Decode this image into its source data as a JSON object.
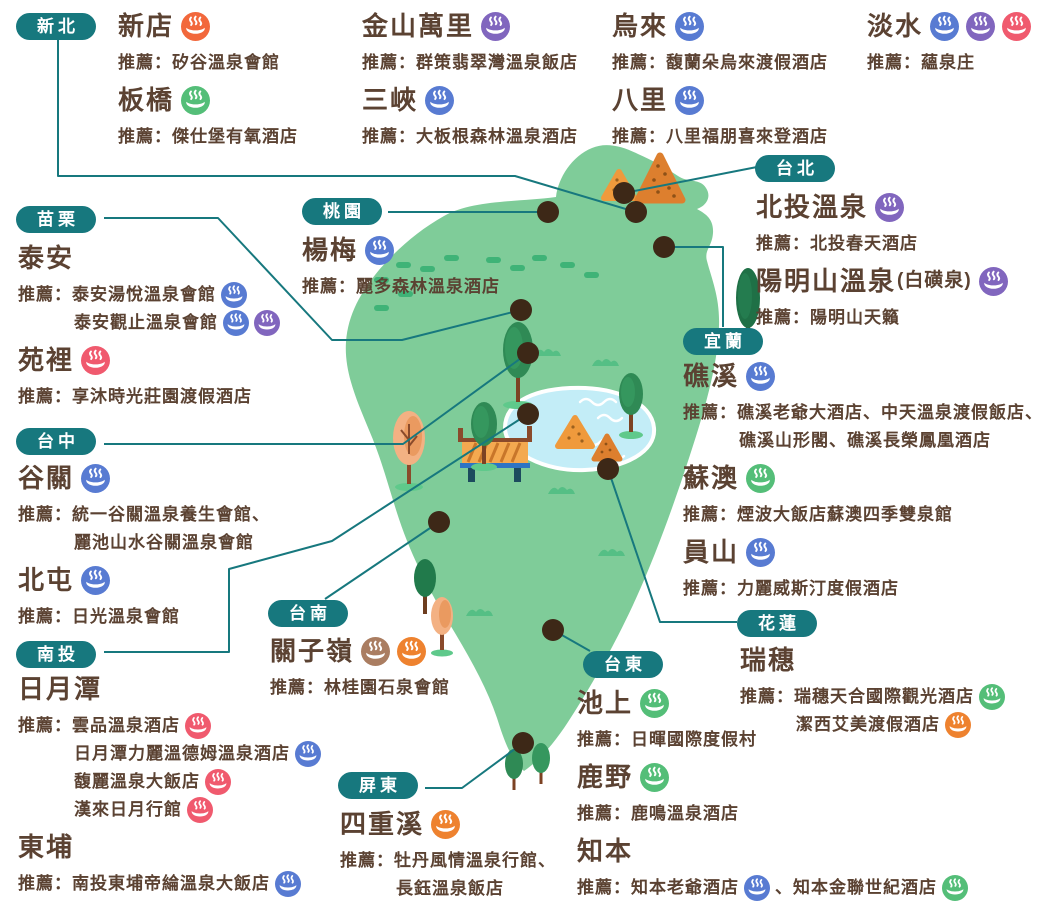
{
  "theme": {
    "badge_color": "#17787E",
    "line_color": "#17787E",
    "text_color": "#5B4232",
    "island_color": "#7FCC99",
    "lake_color": "#C3EDF7",
    "dot_color": "#3D2817"
  },
  "icon_colors": {
    "blue": "#587BD2",
    "purple": "#8166BE",
    "red": "#F05A6E",
    "green": "#54BE78",
    "orange": "#EE822F",
    "vermilion": "#F2683C",
    "brown": "#AA7D61"
  },
  "groups": [
    {
      "id": "xinbei",
      "badge": "新北",
      "spots": [
        {
          "name": "新店",
          "icons": [
            "vermilion"
          ],
          "recs": [
            {
              "parts": [
                {
                  "t": "推薦：矽谷溫泉會館"
                }
              ]
            }
          ]
        },
        {
          "name": "板橋",
          "icons": [
            "green"
          ],
          "recs": [
            {
              "parts": [
                {
                  "t": "推薦：傑仕堡有氧酒店"
                }
              ]
            }
          ]
        }
      ]
    },
    {
      "id": "xinbei2",
      "badge": null,
      "spots": [
        {
          "name": "金山萬里",
          "icons": [
            "purple"
          ],
          "recs": [
            {
              "parts": [
                {
                  "t": "推薦：群策翡翠灣溫泉飯店"
                }
              ]
            }
          ]
        },
        {
          "name": "三峽",
          "icons": [
            "blue"
          ],
          "recs": [
            {
              "parts": [
                {
                  "t": "推薦：大板根森林溫泉酒店"
                }
              ]
            }
          ]
        }
      ]
    },
    {
      "id": "xinbei3",
      "badge": null,
      "spots": [
        {
          "name": "烏來",
          "icons": [
            "blue"
          ],
          "recs": [
            {
              "parts": [
                {
                  "t": "推薦：馥蘭朵烏來渡假酒店"
                }
              ]
            }
          ]
        },
        {
          "name": "八里",
          "icons": [
            "blue"
          ],
          "recs": [
            {
              "parts": [
                {
                  "t": "推薦：八里福朋喜來登酒店"
                }
              ]
            }
          ]
        }
      ]
    },
    {
      "id": "danshui",
      "badge": null,
      "spots": [
        {
          "name": "淡水",
          "icons": [
            "blue",
            "purple",
            "red"
          ],
          "recs": [
            {
              "parts": [
                {
                  "t": "推薦：蘊泉庄"
                }
              ]
            }
          ]
        }
      ]
    },
    {
      "id": "taipei",
      "badge": "台北",
      "spots": [
        {
          "name": "北投溫泉",
          "icons": [
            "purple"
          ],
          "recs": [
            {
              "parts": [
                {
                  "t": "推薦：北投春天酒店"
                }
              ]
            }
          ]
        },
        {
          "name": "陽明山溫泉",
          "suffix": "(白磺泉)",
          "icons": [
            "purple"
          ],
          "recs": [
            {
              "parts": [
                {
                  "t": "推薦：陽明山天籟"
                }
              ]
            }
          ]
        }
      ]
    },
    {
      "id": "miaoli",
      "badge": "苗栗",
      "spots": [
        {
          "name": "泰安",
          "icons": [],
          "recs": [
            {
              "parts": [
                {
                  "t": "推薦：泰安湯悅溫泉會館"
                },
                {
                  "i": "blue"
                }
              ]
            },
            {
              "indent": true,
              "parts": [
                {
                  "t": "泰安觀止溫泉會館"
                },
                {
                  "i": "blue"
                },
                {
                  "i": "purple"
                }
              ]
            }
          ]
        },
        {
          "name": "苑裡",
          "icons": [
            "red"
          ],
          "recs": [
            {
              "parts": [
                {
                  "t": "推薦：享沐時光莊園渡假酒店"
                }
              ]
            }
          ]
        }
      ]
    },
    {
      "id": "taoyuan",
      "badge": "桃園",
      "spots": [
        {
          "name": "楊梅",
          "icons": [
            "blue"
          ],
          "recs": [
            {
              "parts": [
                {
                  "t": "推薦：麗多森林溫泉酒店"
                }
              ]
            }
          ]
        }
      ]
    },
    {
      "id": "yilan",
      "badge": "宜蘭",
      "spots": [
        {
          "name": "礁溪",
          "icons": [
            "blue"
          ],
          "recs": [
            {
              "parts": [
                {
                  "t": "推薦：礁溪老爺大酒店、中天溫泉渡假飯店、"
                }
              ]
            },
            {
              "indent": true,
              "parts": [
                {
                  "t": "礁溪山形閣、礁溪長榮鳳凰酒店"
                }
              ]
            }
          ]
        },
        {
          "name": "蘇澳",
          "icons": [
            "green"
          ],
          "recs": [
            {
              "parts": [
                {
                  "t": "推薦：煙波大飯店蘇澳四季雙泉館"
                }
              ]
            }
          ]
        },
        {
          "name": "員山",
          "icons": [
            "blue"
          ],
          "recs": [
            {
              "parts": [
                {
                  "t": "推薦：力麗威斯汀度假酒店"
                }
              ]
            }
          ]
        }
      ]
    },
    {
      "id": "taichung",
      "badge": "台中",
      "spots": [
        {
          "name": "谷關",
          "icons": [
            "blue"
          ],
          "recs": [
            {
              "parts": [
                {
                  "t": "推薦：統一谷關溫泉養生會館、"
                }
              ]
            },
            {
              "indent": true,
              "parts": [
                {
                  "t": "麗池山水谷關溫泉會館"
                }
              ]
            }
          ]
        },
        {
          "name": "北屯",
          "icons": [
            "blue"
          ],
          "recs": [
            {
              "parts": [
                {
                  "t": "推薦：日光溫泉會館"
                }
              ]
            }
          ]
        }
      ]
    },
    {
      "id": "nantou",
      "badge": "南投",
      "spots": [
        {
          "name": "日月潭",
          "icons": [],
          "recs": [
            {
              "parts": [
                {
                  "t": "推薦：雲品溫泉酒店"
                },
                {
                  "i": "red"
                }
              ]
            },
            {
              "indent": true,
              "parts": [
                {
                  "t": "日月潭力麗溫德姆溫泉酒店"
                },
                {
                  "i": "blue"
                }
              ]
            },
            {
              "indent": true,
              "parts": [
                {
                  "t": "馥麗溫泉大飯店"
                },
                {
                  "i": "red"
                }
              ]
            },
            {
              "indent": true,
              "parts": [
                {
                  "t": "漢來日月行館"
                },
                {
                  "i": "red"
                }
              ]
            }
          ]
        },
        {
          "name": "東埔",
          "icons": [],
          "recs": [
            {
              "parts": [
                {
                  "t": "推薦：南投東埔帝綸溫泉大飯店"
                },
                {
                  "i": "blue"
                }
              ]
            }
          ]
        }
      ]
    },
    {
      "id": "tainan",
      "badge": "台南",
      "spots": [
        {
          "name": "關子嶺",
          "icons": [
            "brown",
            "orange"
          ],
          "recs": [
            {
              "parts": [
                {
                  "t": "推薦：林桂園石泉會館"
                }
              ]
            }
          ]
        }
      ]
    },
    {
      "id": "taitung",
      "badge": "台東",
      "spots": [
        {
          "name": "池上",
          "icons": [
            "green"
          ],
          "recs": [
            {
              "parts": [
                {
                  "t": "推薦：日暉國際度假村"
                }
              ]
            }
          ]
        },
        {
          "name": "鹿野",
          "icons": [
            "green"
          ],
          "recs": [
            {
              "parts": [
                {
                  "t": "推薦：鹿鳴溫泉酒店"
                }
              ]
            }
          ]
        },
        {
          "name": "知本",
          "icons": [],
          "recs": [
            {
              "parts": [
                {
                  "t": "推薦：知本老爺酒店"
                },
                {
                  "i": "blue"
                },
                {
                  "t": "、知本金聯世紀酒店"
                },
                {
                  "i": "green"
                }
              ]
            }
          ]
        }
      ]
    },
    {
      "id": "pingtung",
      "badge": "屏東",
      "spots": [
        {
          "name": "四重溪",
          "icons": [
            "orange"
          ],
          "recs": [
            {
              "parts": [
                {
                  "t": "推薦：牡丹風情溫泉行館、"
                }
              ]
            },
            {
              "indent": true,
              "parts": [
                {
                  "t": "長鈺溫泉飯店"
                }
              ]
            }
          ]
        }
      ]
    },
    {
      "id": "hualien",
      "badge": "花蓮",
      "spots": [
        {
          "name": "瑞穗",
          "icons": [],
          "recs": [
            {
              "parts": [
                {
                  "t": "推薦：瑞穗天合國際觀光酒店"
                },
                {
                  "i": "green"
                }
              ]
            },
            {
              "indent": true,
              "parts": [
                {
                  "t": "潔西艾美渡假酒店"
                },
                {
                  "i": "orange"
                }
              ]
            }
          ]
        }
      ]
    }
  ]
}
